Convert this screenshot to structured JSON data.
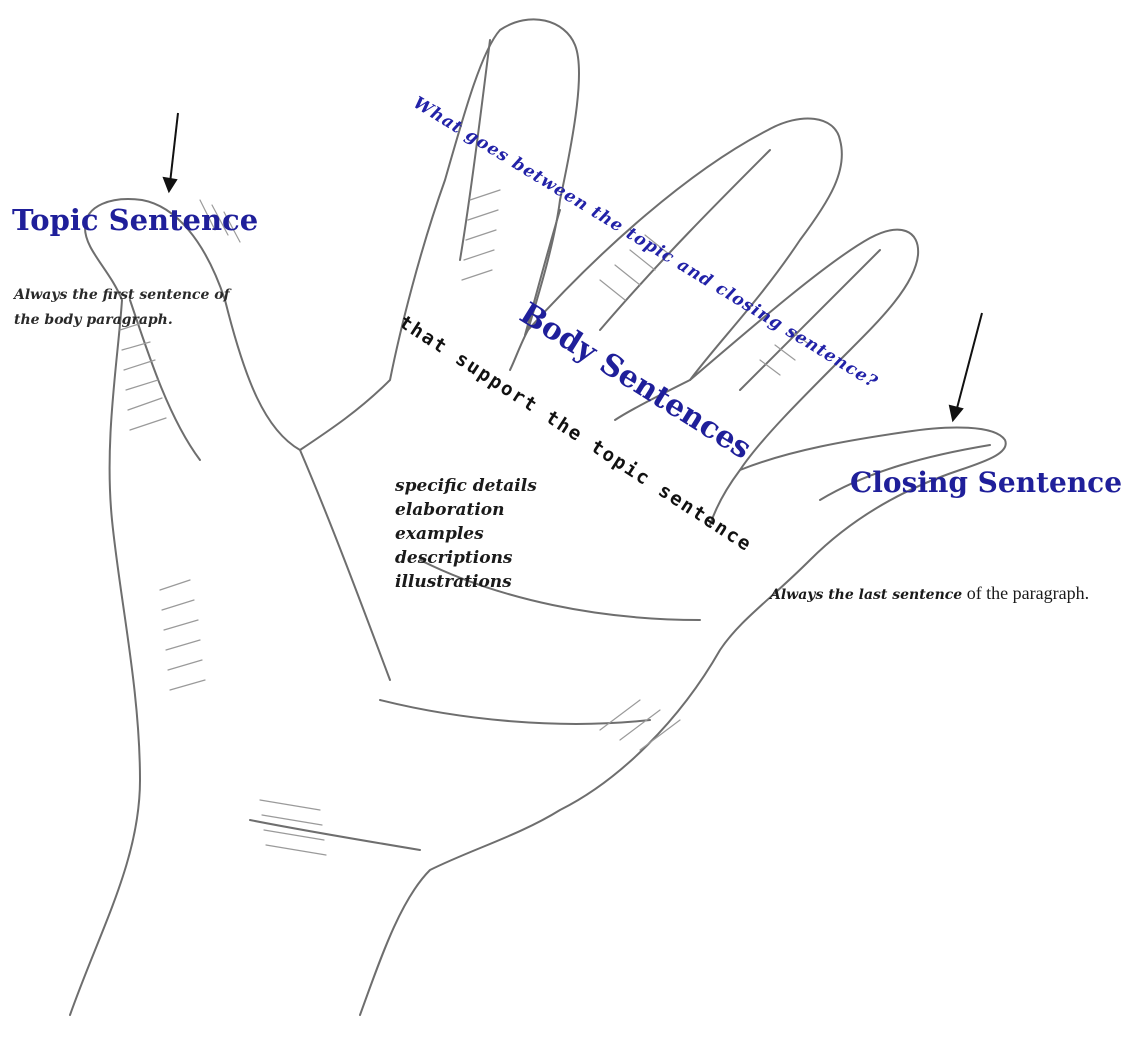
{
  "topic": {
    "title": "Topic Sentence",
    "note_line1": "Always the first sentence of",
    "note_line2": "the body paragraph."
  },
  "question": "What goes between the topic and closing sentence?",
  "body": {
    "title": "Body Sentences",
    "support": "that support the topic sentence"
  },
  "palm_items": [
    "specific details",
    "elaboration",
    "examples",
    "descriptions",
    "illustrations"
  ],
  "closing": {
    "title": "Closing Sentence",
    "note_emphasis": "Always the last sentence",
    "note_rest": " of the paragraph."
  },
  "colors": {
    "title_blue": "#1f1f9a",
    "question_blue": "#2222a8",
    "sketch_line": "#6e6e6e"
  }
}
